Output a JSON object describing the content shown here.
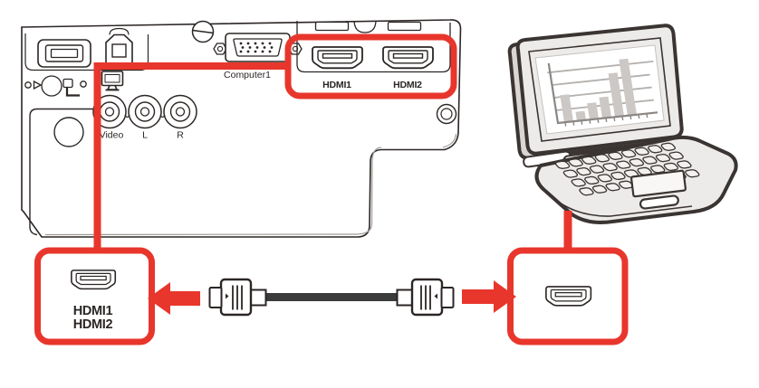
{
  "colors": {
    "highlight_red": "#e8362c",
    "line_black": "#2b2624",
    "cable_dark": "#3b3b3b",
    "laptop_outline": "#3a3432",
    "laptop_body": "#edebe9",
    "screen_white": "#ffffff",
    "chart_bar": "#cbc8c6"
  },
  "projector_panel": {
    "labels": {
      "computer1": "Computer1",
      "hdmi1": "HDMI1",
      "hdmi2": "HDMI2",
      "video": "Video",
      "audio_left": "L",
      "audio_right": "R"
    }
  },
  "callout": {
    "projector_hdmi": {
      "line1": "HDMI1",
      "line2": "HDMI2"
    }
  }
}
